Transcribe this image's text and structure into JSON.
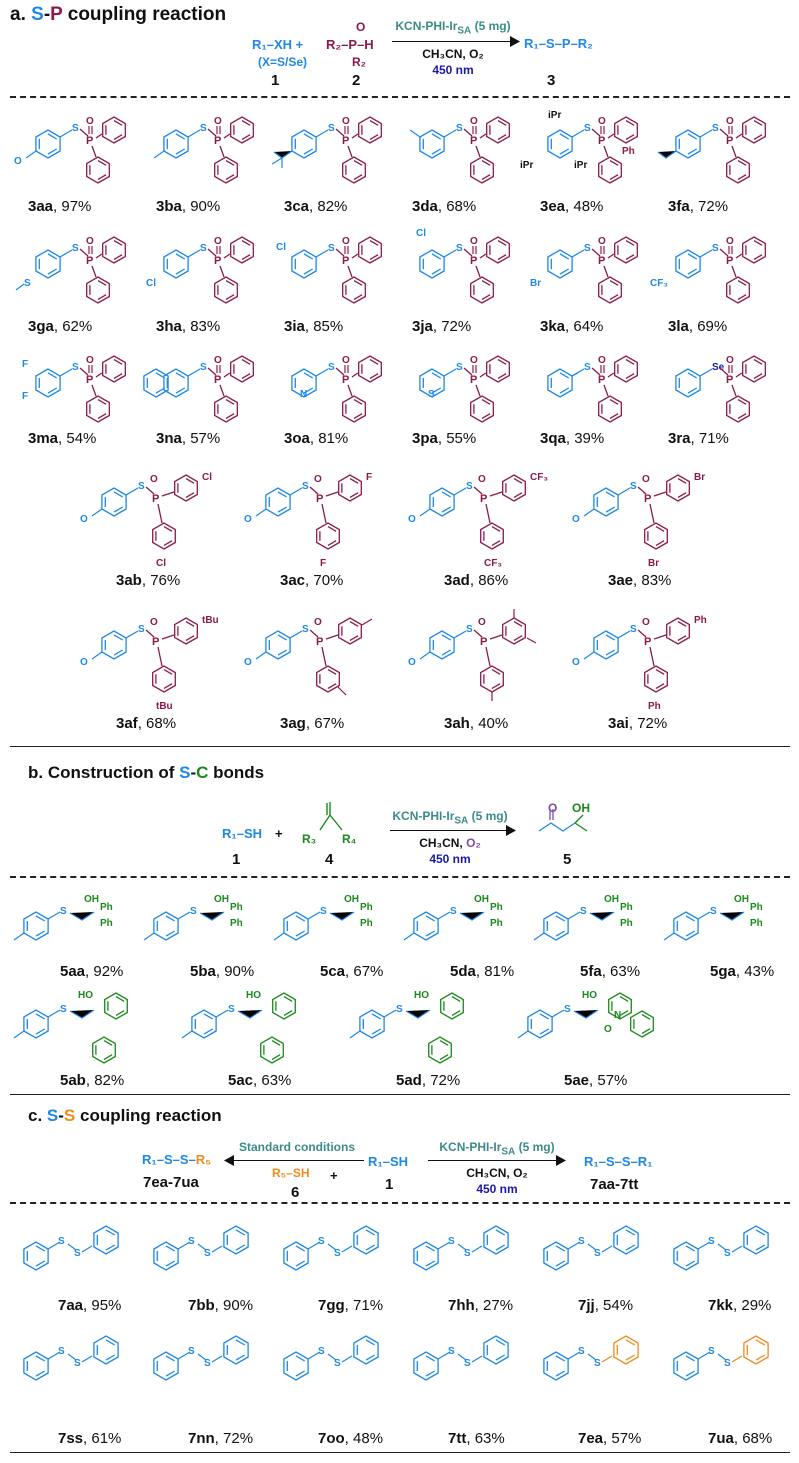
{
  "colors": {
    "blue": "#1e88e5",
    "maroon": "#8b1a4a",
    "green": "#1b8a1b",
    "orange": "#f08a1c",
    "teal": "#3d8a8a",
    "navy": "#1a1aa6"
  },
  "secA": {
    "prefix": "a. ",
    "s": "S",
    "dash": "-",
    "p": "P",
    "rest": " coupling reaction",
    "r1": "R₁–XH +",
    "r1sub": "(X=S/Se)",
    "n1": "1",
    "r2": "R₂–P–H",
    "r2top": "O",
    "r2bot": "R₂",
    "n2": "2",
    "cat": "KCN-PHI-Ir",
    "catsub": "SA",
    "catend": " (5 mg)",
    "solv": "CH₃CN, O₂",
    "light": "450 nm",
    "prod": "R₁–S–P–R₂",
    "n3": "3",
    "rows": [
      [
        {
          "c": "3aa",
          "y": "97%"
        },
        {
          "c": "3ba",
          "y": "90%"
        },
        {
          "c": "3ca",
          "y": "82%"
        },
        {
          "c": "3da",
          "y": "68%"
        },
        {
          "c": "3ea",
          "y": "48%"
        },
        {
          "c": "3fa",
          "y": "72%"
        }
      ],
      [
        {
          "c": "3ga",
          "y": "62%"
        },
        {
          "c": "3ha",
          "y": "83%"
        },
        {
          "c": "3ia",
          "y": "85%"
        },
        {
          "c": "3ja",
          "y": "72%"
        },
        {
          "c": "3ka",
          "y": "64%"
        },
        {
          "c": "3la",
          "y": "69%"
        }
      ],
      [
        {
          "c": "3ma",
          "y": "54%"
        },
        {
          "c": "3na",
          "y": "57%"
        },
        {
          "c": "3oa",
          "y": "81%"
        },
        {
          "c": "3pa",
          "y": "55%"
        },
        {
          "c": "3qa",
          "y": "39%"
        },
        {
          "c": "3ra",
          "y": "71%"
        }
      ],
      [
        {
          "c": "3ab",
          "y": "76%"
        },
        {
          "c": "3ac",
          "y": "70%"
        },
        {
          "c": "3ad",
          "y": "86%"
        },
        {
          "c": "3ae",
          "y": "83%"
        }
      ],
      [
        {
          "c": "3af",
          "y": "68%"
        },
        {
          "c": "3ag",
          "y": "67%"
        },
        {
          "c": "3ah",
          "y": "40%"
        },
        {
          "c": "3ai",
          "y": "72%"
        }
      ]
    ],
    "subs": {
      "iPr": "iPr",
      "Ph": "Ph",
      "Cl": "Cl",
      "F": "F",
      "Br": "Br",
      "CF3": "CF₃",
      "tBu": "tBu",
      "Se": "Se",
      "S": "S",
      "P": "P",
      "O": "O",
      "N": "N"
    }
  },
  "secB": {
    "prefix": "b. Construction of ",
    "s": "S",
    "dash": "-",
    "c": "C",
    "rest": " bonds",
    "r1": "R₁–SH",
    "plus": "+",
    "n1": "1",
    "r3": "R₃",
    "r4": "R₄",
    "n4": "4",
    "cat": "KCN-PHI-Ir",
    "catsub": "SA",
    "catend": " (5 mg)",
    "solv": "CH₃CN, ",
    "o2": "O₂",
    "light": "450 nm",
    "n5": "5",
    "oh": "OH",
    "rows": [
      [
        {
          "c": "5aa",
          "y": "92%"
        },
        {
          "c": "5ba",
          "y": "90%"
        },
        {
          "c": "5ca",
          "y": "67%"
        },
        {
          "c": "5da",
          "y": "81%"
        },
        {
          "c": "5fa",
          "y": "63%"
        },
        {
          "c": "5ga",
          "y": "43%"
        }
      ],
      [
        {
          "c": "5ab",
          "y": "82%"
        },
        {
          "c": "5ac",
          "y": "63%"
        },
        {
          "c": "5ad",
          "y": "72%"
        },
        {
          "c": "5ae",
          "y": "57%"
        }
      ]
    ]
  },
  "secC": {
    "prefix": "c. ",
    "s1": "S",
    "dash": "-",
    "s2": "S",
    "rest": " coupling reaction",
    "left": "Standard conditions",
    "r5sh": "R₅–SH",
    "plus": "+",
    "n6": "6",
    "r1sh": "R₁–SH",
    "n1": "1",
    "range1": "7ea-7ua",
    "range2": "7aa-7tt",
    "cat": "KCN-PHI-Ir",
    "catsub": "SA",
    "catend": " (5 mg)",
    "solv": "CH₃CN, O₂",
    "light": "450 nm",
    "rows": [
      [
        {
          "c": "7aa",
          "y": "95%"
        },
        {
          "c": "7bb",
          "y": "90%"
        },
        {
          "c": "7gg",
          "y": "71%"
        },
        {
          "c": "7hh",
          "y": "27%"
        },
        {
          "c": "7jj",
          "y": "54%"
        },
        {
          "c": "7kk",
          "y": "29%"
        }
      ],
      [
        {
          "c": "7ss",
          "y": "61%"
        },
        {
          "c": "7nn",
          "y": "72%"
        },
        {
          "c": "7oo",
          "y": "48%"
        },
        {
          "c": "7tt",
          "y": "63%"
        },
        {
          "c": "7ea",
          "y": "57%"
        },
        {
          "c": "7ua",
          "y": "68%"
        }
      ]
    ]
  }
}
